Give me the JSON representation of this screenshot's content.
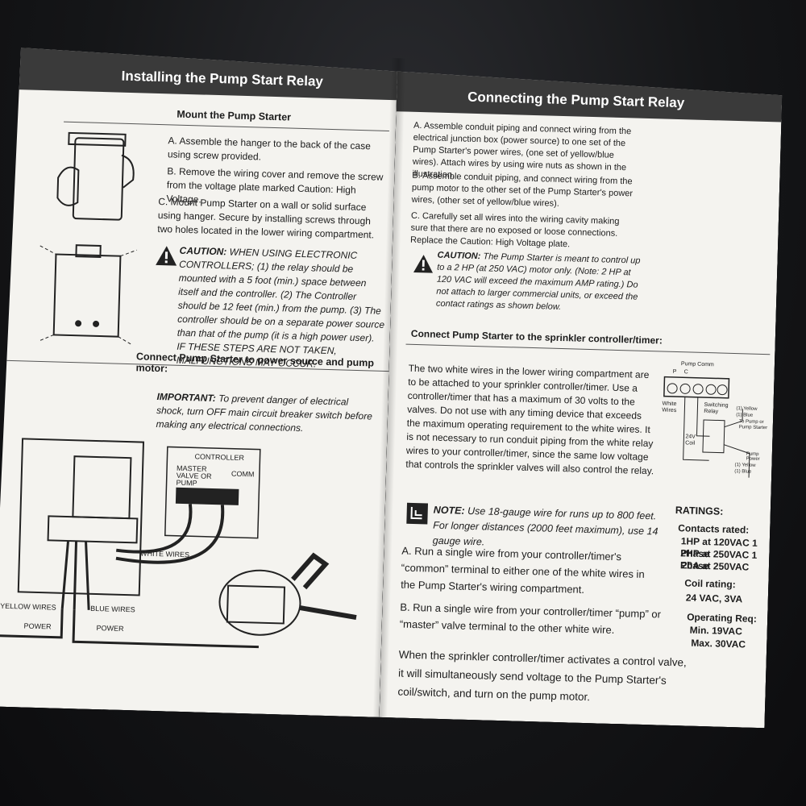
{
  "left_page": {
    "header": "Installing the Pump Start Relay",
    "mount": {
      "title": "Mount the Pump Starter",
      "step_a": "A. Assemble the hanger to the back of the case using screw provided.",
      "step_b": "B. Remove the wiring cover and remove the screw from the voltage plate marked Caution: High Voltage.",
      "step_c": "C. Mount Pump Starter on a wall or solid surface using hanger. Secure by installing screws through two holes located in the lower wiring compartment.",
      "caution_label": "CAUTION:",
      "caution_text": "WHEN USING ELECTRONIC CONTROLLERS; (1) the relay should be mounted with a 5 foot (min.) space between itself and the controller. (2) The Controller should be 12 feet (min.) from the pump. (3) The controller should be on a separate power source than that of the pump (it is a high power user). IF THESE STEPS ARE NOT TAKEN, MALFUNCTIONS MAY OCCUR."
    },
    "connect_power": {
      "title": "Connect Pump Starter to power source and pump motor:",
      "important_label": "IMPORTANT:",
      "important_text": "To prevent danger of electrical shock, turn OFF main circuit breaker switch before making any electrical connections."
    },
    "diagram": {
      "controller": "CONTROLLER",
      "master_valve": "MASTER VALVE OR PUMP",
      "comm": "COMM",
      "white_wires": "WHITE WIRES",
      "yellow_wires": "YELLOW WIRES",
      "blue_wires": "BLUE WIRES",
      "power_1": "POWER",
      "power_2": "POWER"
    }
  },
  "right_page": {
    "header": "Connecting the Pump Start Relay",
    "step_a": "A. Assemble conduit piping and connect wiring from the electrical junction box (power source) to one set of the Pump Starter's power wires, (one set of yellow/blue wires). Attach wires by using wire nuts as shown in the illustration.",
    "step_b": "B. Assemble conduit piping, and connect wiring from the pump motor to the other set of the Pump Starter's power wires, (other set of yellow/blue wires).",
    "step_c": "C. Carefully set all wires into the wiring cavity making sure that there are no exposed or loose connections. Replace the Caution: High Voltage plate.",
    "caution_label": "CAUTION:",
    "caution_text": "The Pump Starter is meant to control up to a 2 HP (at 250 VAC) motor only. (Note: 2 HP at 120 VAC will exceed the maximum AMP rating.) Do not attach to larger commercial units, or exceed the contact ratings as shown below.",
    "connect_title": "Connect Pump Starter to the sprinkler controller/timer:",
    "connect_text": "The two white wires in the lower wiring compartment are to be attached to your sprinkler controller/timer. Use a controller/timer that has a maximum of 30 volts to the valves. Do not use with any timing device that exceeds the maximum operating requirement to the white wires. It is not necessary to run conduit piping from the white relay wires to your controller/timer, since the same low voltage that controls the sprinkler valves will also control the relay.",
    "note_label": "NOTE:",
    "note_text": "Use 18-gauge wire for runs up to 800 feet. For longer distances (2000 feet maximum), use 14 gauge wire.",
    "run_a": "A. Run a single wire from your controller/timer's “common” terminal to either one of the white wires in the Pump Starter's wiring compartment.",
    "run_b": "B. Run a single wire from your controller/timer “pump” or “master” valve terminal to the other white wire.",
    "closing": "When the sprinkler controller/timer activates a control valve, it will simultaneously send voltage to the Pump Starter's coil/switch, and turn on the pump motor.",
    "schematic": {
      "pump_comm": "Pump Comm",
      "p": "P",
      "c": "C",
      "white_wires": "White Wires",
      "switching_relay": "Switching Relay",
      "yellow_1": "(1) Yellow",
      "blue_1": "(1) Blue",
      "to_pump": "To Pump or Pump Starter",
      "coil": "24V Coil",
      "pump_power": "Pump Power",
      "yellow_2": "(1) Yellow",
      "blue_2": "(1) Blue"
    },
    "ratings": {
      "title": "RATINGS:",
      "contacts_label": "Contacts rated:",
      "contacts": [
        "1HP at 120VAC 1 Phase",
        "2HP at 250VAC 1 Phase",
        "20A at 250VAC"
      ],
      "coil_label": "Coil rating:",
      "coil": "24 VAC, 3VA",
      "operating_label": "Operating Req:",
      "operating": [
        "Min. 19VAC",
        "Max. 30VAC"
      ]
    }
  }
}
